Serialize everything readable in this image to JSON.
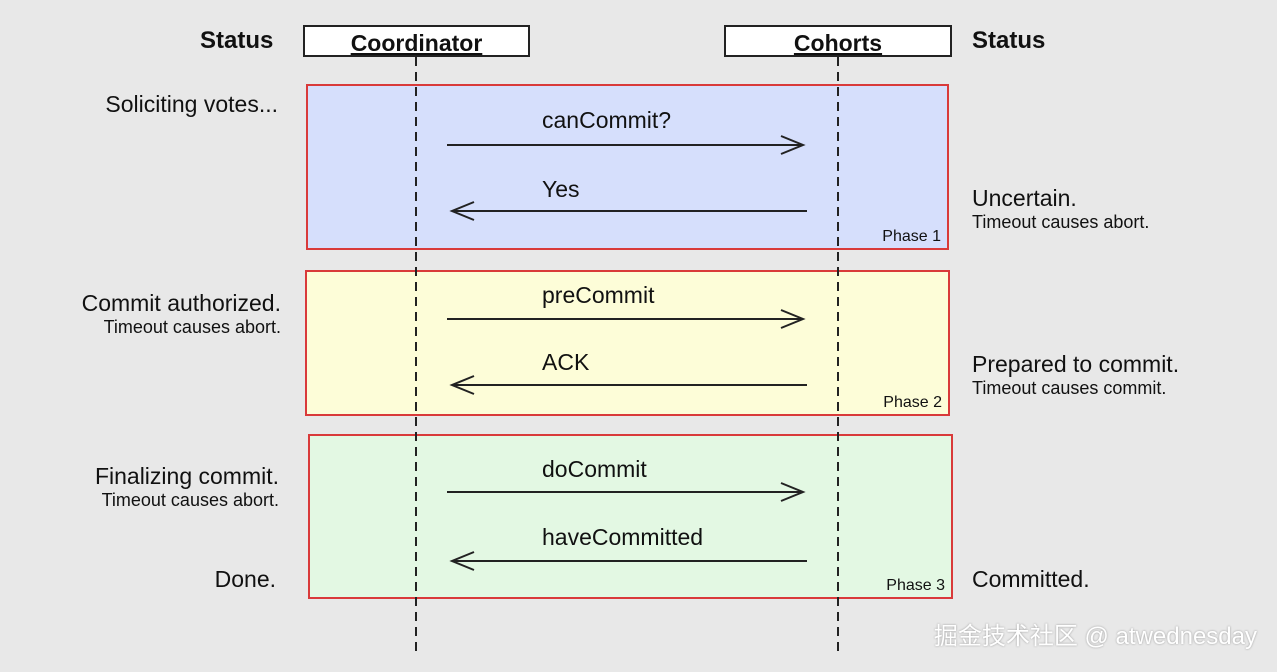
{
  "headers": {
    "left_status": "Status",
    "right_status": "Status",
    "coordinator": "Coordinator",
    "cohorts": "Cohorts"
  },
  "phases": [
    {
      "label": "Phase 1",
      "color": "#d6dffc",
      "messages": [
        {
          "label": "canCommit?",
          "direction": "right"
        },
        {
          "label": "Yes",
          "direction": "left"
        }
      ],
      "left_status": {
        "main": "Soliciting votes...",
        "sub": ""
      },
      "right_status": {
        "main": "Uncertain.",
        "sub": "Timeout causes abort."
      }
    },
    {
      "label": "Phase 2",
      "color": "#fdfdd8",
      "messages": [
        {
          "label": "preCommit",
          "direction": "right"
        },
        {
          "label": "ACK",
          "direction": "left"
        }
      ],
      "left_status": {
        "main": "Commit authorized.",
        "sub": "Timeout causes abort."
      },
      "right_status": {
        "main": "Prepared to commit.",
        "sub": "Timeout causes commit."
      }
    },
    {
      "label": "Phase 3",
      "color": "#e3f8e3",
      "messages": [
        {
          "label": "doCommit",
          "direction": "right"
        },
        {
          "label": "haveCommitted",
          "direction": "left"
        }
      ],
      "left_status": {
        "main": "Finalizing commit.",
        "sub": "Timeout causes abort."
      },
      "right_status": {
        "main": "Committed.",
        "sub": ""
      }
    }
  ],
  "final_status_left": "Done.",
  "watermark": "掘金技术社区 @ atwednesday",
  "colors": {
    "background": "#e8e8e8",
    "phase_border": "#d93a3a",
    "line": "#222222"
  }
}
